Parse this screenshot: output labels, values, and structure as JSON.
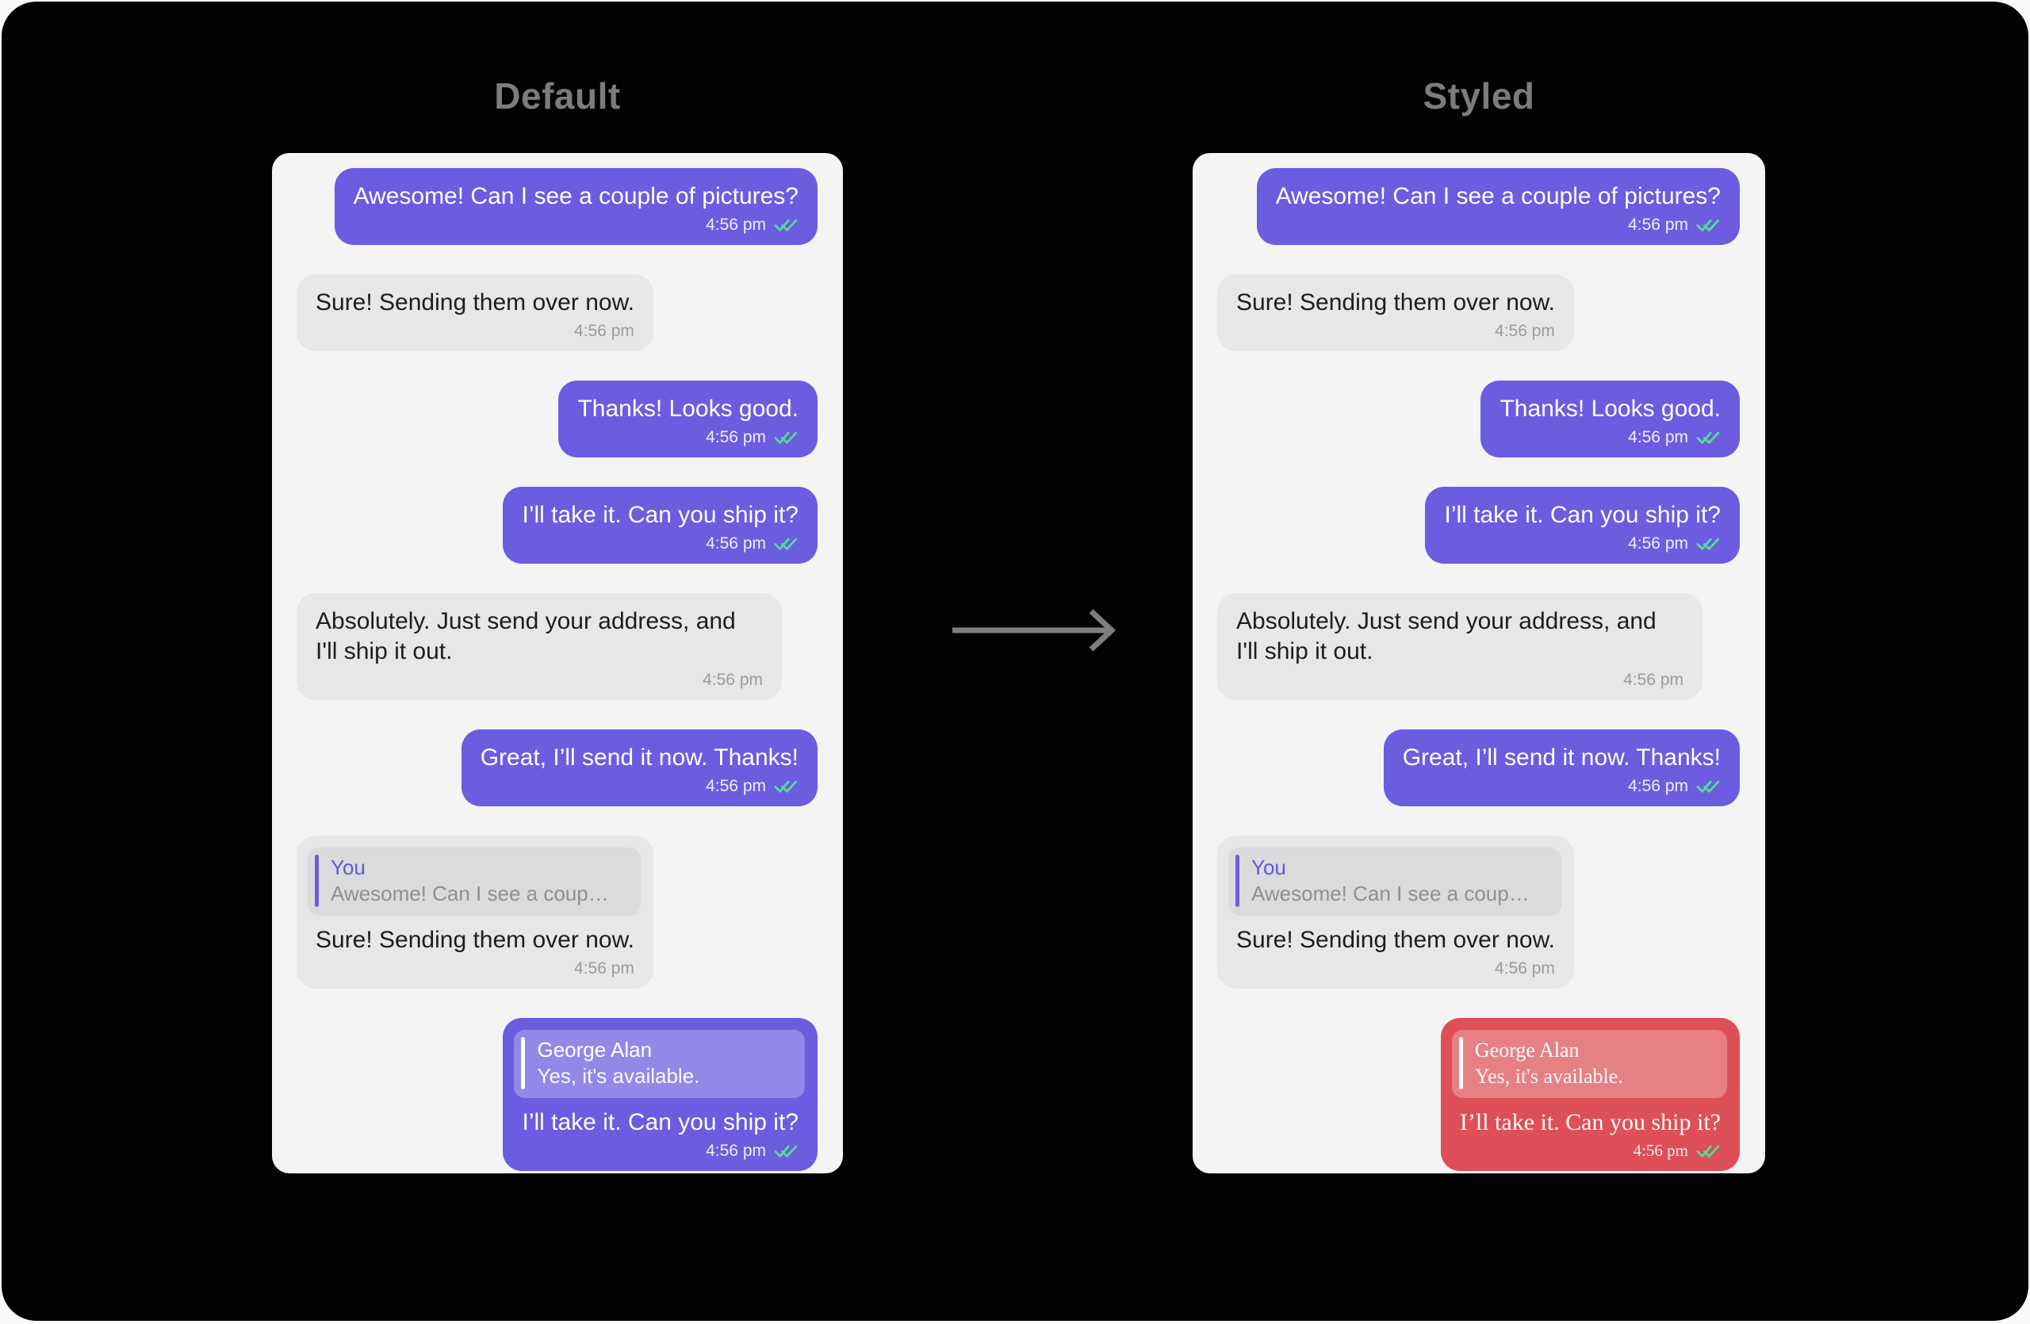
{
  "titles": {
    "default": "Default",
    "styled": "Styled"
  },
  "colors": {
    "accent_purple": "#6c5ce0",
    "styled_red": "#de4f57",
    "check_green": "#55dd95",
    "incoming_bubble": "#e7e7e8",
    "panel_background": "#f4f4f5",
    "canvas_background": "#020202"
  },
  "panels": [
    {
      "title": "Default",
      "messages": [
        {
          "direction": "out",
          "text": "Awesome! Can I see a couple of pictures?",
          "time": "4:56 pm",
          "receipt": true
        },
        {
          "direction": "in",
          "text": "Sure! Sending them over now.",
          "time": "4:56 pm"
        },
        {
          "direction": "out",
          "text": "Thanks! Looks good.",
          "time": "4:56 pm",
          "receipt": true
        },
        {
          "direction": "out",
          "text": "I’ll take it. Can you ship it?",
          "time": "4:56 pm",
          "receipt": true
        },
        {
          "direction": "in",
          "text": "Absolutely. Just send your address, and I'll ship it out.",
          "time": "4:56 pm"
        },
        {
          "direction": "out",
          "text": "Great, I’ll send it now. Thanks!",
          "time": "4:56 pm",
          "receipt": true
        },
        {
          "direction": "in",
          "quote": {
            "author": "You",
            "text": "Awesome! Can I see a couple of…"
          },
          "text": "Sure! Sending them over now.",
          "time": "4:56 pm"
        },
        {
          "direction": "out",
          "quote": {
            "author": "George Alan",
            "text": "Yes, it's available."
          },
          "text": "I’ll take it. Can you ship it?",
          "time": "4:56 pm",
          "receipt": true
        }
      ]
    },
    {
      "title": "Styled",
      "messages": [
        {
          "direction": "out",
          "text": "Awesome! Can I see a couple of pictures?",
          "time": "4:56 pm",
          "receipt": true
        },
        {
          "direction": "in",
          "text": "Sure! Sending them over now.",
          "time": "4:56 pm"
        },
        {
          "direction": "out",
          "text": "Thanks! Looks good.",
          "time": "4:56 pm",
          "receipt": true
        },
        {
          "direction": "out",
          "text": "I’ll take it. Can you ship it?",
          "time": "4:56 pm",
          "receipt": true
        },
        {
          "direction": "in",
          "text": "Absolutely. Just send your address, and I'll ship it out.",
          "time": "4:56 pm"
        },
        {
          "direction": "out",
          "text": "Great, I’ll send it now. Thanks!",
          "time": "4:56 pm",
          "receipt": true
        },
        {
          "direction": "in",
          "quote": {
            "author": "You",
            "text": "Awesome! Can I see a couple of…"
          },
          "text": "Sure! Sending them over now.",
          "time": "4:56 pm"
        },
        {
          "direction": "out",
          "styled": true,
          "quote": {
            "author": "George Alan",
            "text": "Yes, it's available."
          },
          "text": "I’ll take it. Can you ship it?",
          "time": "4:56 pm",
          "receipt": true
        }
      ]
    }
  ]
}
